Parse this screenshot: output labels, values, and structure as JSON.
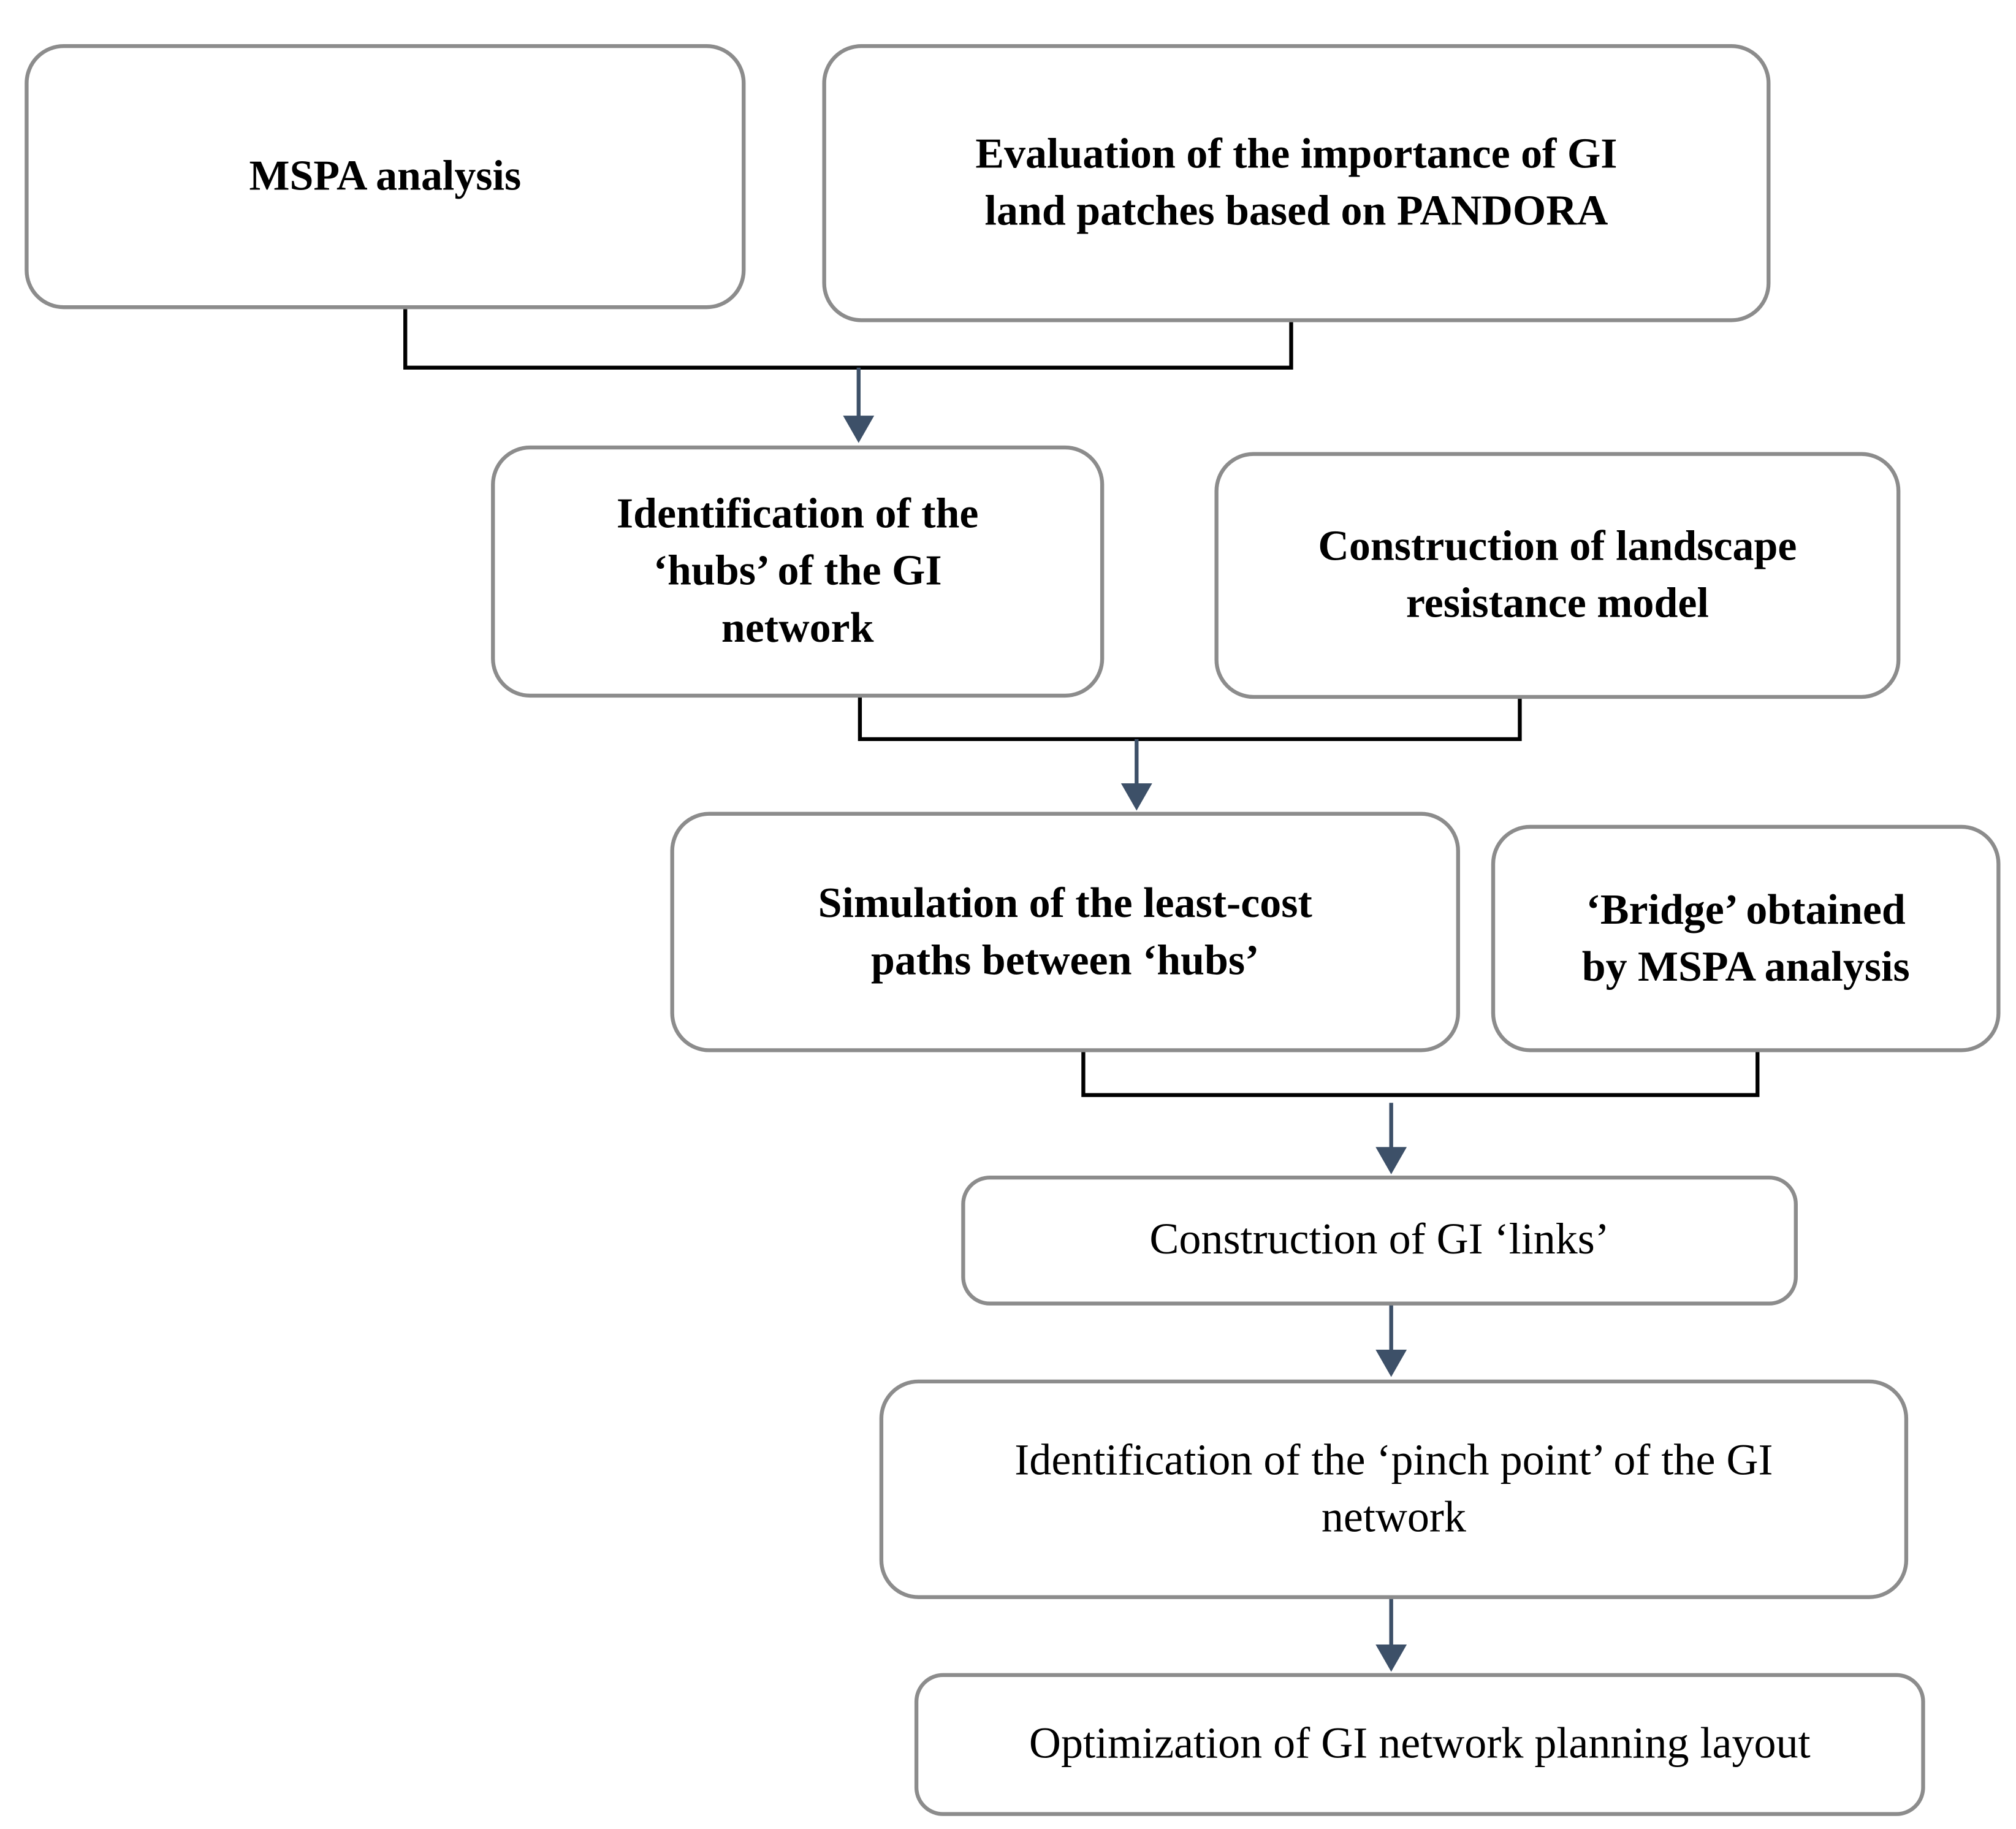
{
  "nodes": {
    "mspa": {
      "label": "MSPA analysis"
    },
    "pandora": {
      "label": "Evaluation of the importance of GI\nland patches based on PANDORA"
    },
    "hubs": {
      "label": "Identification of the\n‘hubs’ of the GI\nnetwork"
    },
    "resistance": {
      "label": "Construction of landscape\nresistance model"
    },
    "least_cost": {
      "label": "Simulation of the least-cost\npaths between ‘hubs’"
    },
    "bridge": {
      "label": "‘Bridge’ obtained\nby MSPA analysis"
    },
    "links": {
      "label": "Construction of GI ‘links’"
    },
    "pinch": {
      "label": "Identification of the ‘pinch point’ of the GI\nnetwork"
    },
    "optimization": {
      "label": "Optimization of GI network planning layout"
    }
  },
  "edges": [
    {
      "from": [
        "mspa",
        "pandora"
      ],
      "to": "hubs"
    },
    {
      "from": [
        "hubs",
        "resistance"
      ],
      "to": "least_cost"
    },
    {
      "from": [
        "least_cost",
        "bridge"
      ],
      "to": "links"
    },
    {
      "from": [
        "links"
      ],
      "to": "pinch"
    },
    {
      "from": [
        "pinch"
      ],
      "to": "optimization"
    }
  ],
  "colors": {
    "box_border": "#8c8c8c",
    "bracket_line": "#000000",
    "arrow": "#3d5068"
  }
}
